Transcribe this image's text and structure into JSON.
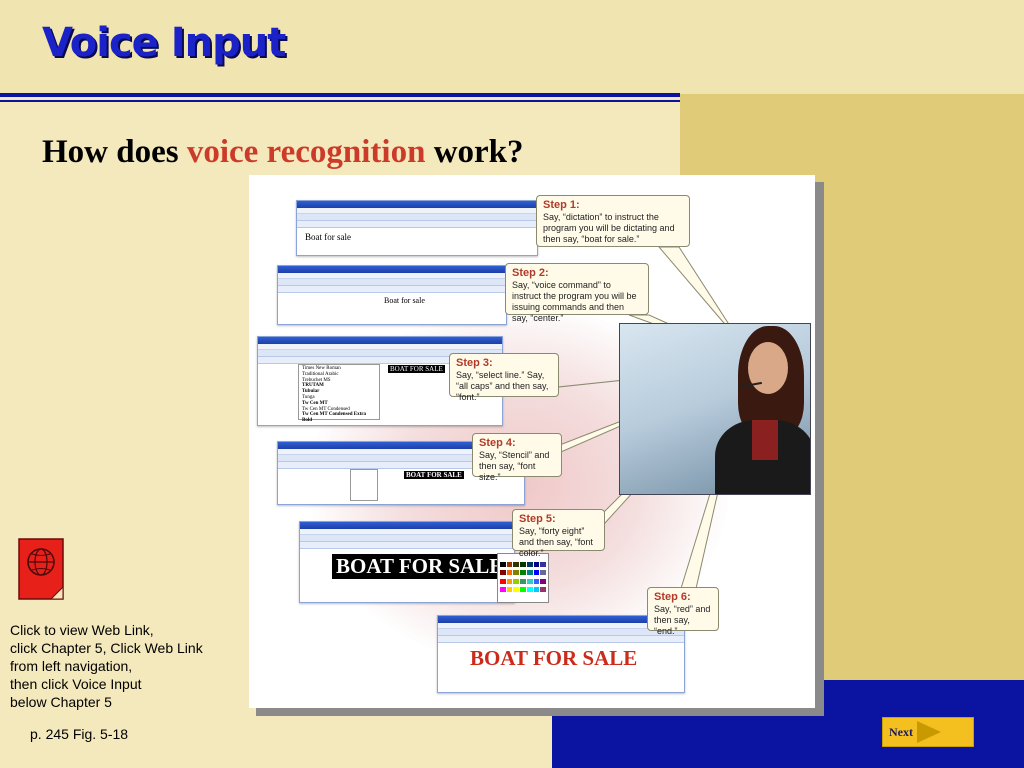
{
  "slide": {
    "title": "Voice Input",
    "question_before": "How does ",
    "question_highlight": "voice recognition",
    "question_after": " work?"
  },
  "figure": {
    "windows": [
      {
        "doc_text": "Boat for sale"
      },
      {
        "doc_text": "Boat for sale"
      },
      {
        "doc_text": "BOAT FOR SALE",
        "font_list": [
          "Times New Roman",
          "Traditional Arabic",
          "Trebuchet MS",
          "TRUTAM",
          "Tubular",
          "Tunga",
          "Tw Cen MT",
          "Tw Cen MT Condensed",
          "Tw Cen MT Condensed Extra Bold"
        ]
      },
      {
        "doc_text": "BOAT FOR SALE"
      },
      {
        "doc_text": "BOAT FOR SALE"
      },
      {
        "doc_text": "BOAT FOR SALE"
      }
    ],
    "steps": [
      {
        "label": "Step 1:",
        "text": "Say, “dictation” to instruct the program you will be dictating and then say, “boat for sale.”"
      },
      {
        "label": "Step 2:",
        "text": "Say, “voice command” to instruct the program you will be issuing commands and then say, “center.”"
      },
      {
        "label": "Step 3:",
        "text": "Say, “select line.” Say, “all caps” and then say, “font.”"
      },
      {
        "label": "Step 4:",
        "text": "Say, “Stencil” and then say, “font size.”"
      },
      {
        "label": "Step 5:",
        "text": "Say, “forty eight” and then say, “font color.”"
      },
      {
        "label": "Step 6:",
        "text": "Say, “red” and then say, “end.”"
      }
    ],
    "palette_colors": [
      "#000000",
      "#993300",
      "#333300",
      "#003300",
      "#003366",
      "#000080",
      "#333399",
      "#800000",
      "#ff6600",
      "#808000",
      "#008000",
      "#008080",
      "#0000ff",
      "#666699",
      "#ff0000",
      "#ff9900",
      "#99cc00",
      "#339966",
      "#33cccc",
      "#3366ff",
      "#800080",
      "#ff00ff",
      "#ffcc00",
      "#ffff00",
      "#00ff00",
      "#00ffff",
      "#00ccff",
      "#993366"
    ]
  },
  "weblink": {
    "lines": [
      "Click to view Web Link,",
      "click Chapter 5, Click Web Link",
      "from left navigation,",
      "then click Voice Input",
      "below Chapter 5"
    ]
  },
  "page_ref": "p. 245 Fig. 5-18",
  "next_label": "Next",
  "colors": {
    "title": "#1a22c8",
    "highlight": "#cc3b2a",
    "accent_blue": "#0a14a0",
    "next_button": "#f4c020"
  }
}
